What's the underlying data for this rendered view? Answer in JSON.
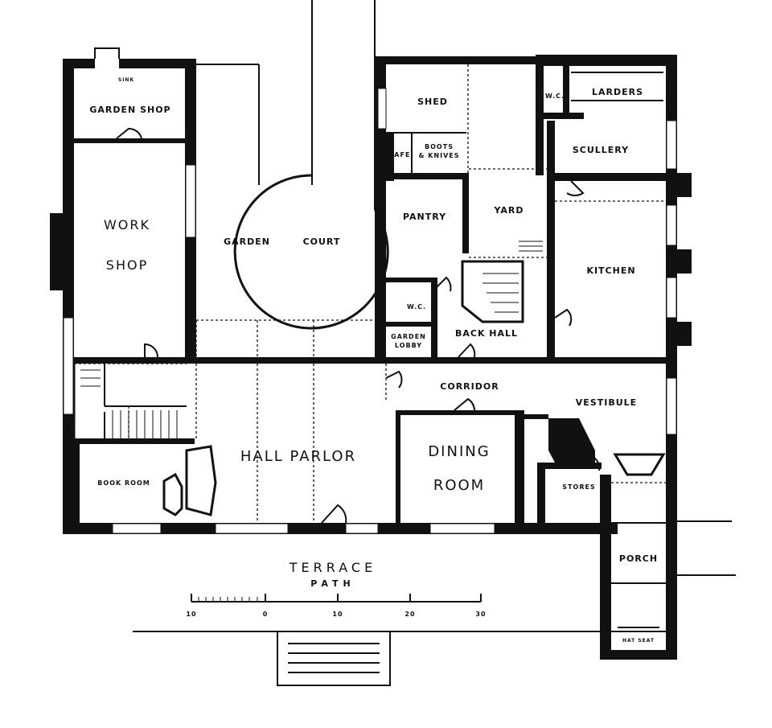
{
  "rooms": {
    "garden_shop": "GARDEN SHOP",
    "sink": "SINK",
    "work": "WORK",
    "shop": "SHOP",
    "garden": "GARDEN",
    "court": "COURT",
    "shed": "SHED",
    "safe": "SAFE",
    "boots": "BOOTS",
    "knives": "& KNIVES",
    "pantry": "PANTRY",
    "yard": "YARD",
    "wc1": "W.C.",
    "larders": "LARDERS",
    "scullery": "SCULLERY",
    "kitchen": "KITCHEN",
    "wc2": "W.C.",
    "garden_lobby_1": "GARDEN",
    "garden_lobby_2": "LOBBY",
    "back_hall": "BACK HALL",
    "corridor": "CORRIDOR",
    "vestibule": "VESTIBULE",
    "hall_parlor": "HALL PARLOR",
    "dining": "DINING",
    "room": "ROOM",
    "book_room": "BOOK ROOM",
    "stores": "STORES",
    "porch": "PORCH",
    "hat_seat": "HAT SEAT"
  },
  "terrace": {
    "line1": "TERRACE",
    "line2": "PATH"
  },
  "scale": {
    "ticks": [
      "10",
      "0",
      "10",
      "20",
      "30"
    ]
  }
}
